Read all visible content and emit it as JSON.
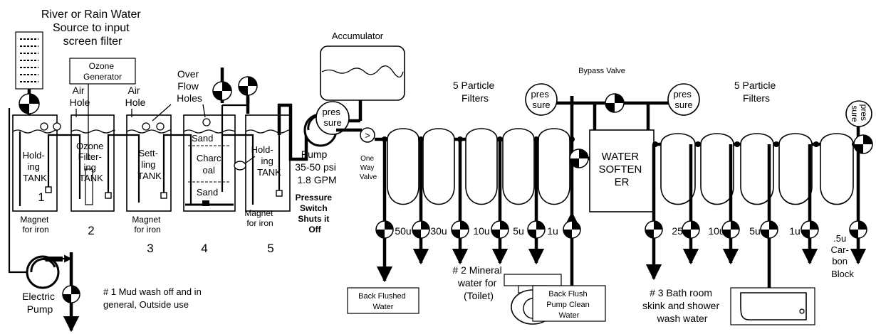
{
  "labels": {
    "source_l1": "River or Rain Water",
    "source_l2": "Source to input",
    "source_l3": "screen filter",
    "ozone_l1": "Ozone",
    "ozone_l2": "Generator",
    "air_hole_1_l1": "Air",
    "air_hole_1_l2": "Hole",
    "air_hole_2_l1": "Air",
    "air_hole_2_l2": "Hole",
    "overflow_l1": "Over",
    "overflow_l2": "Flow",
    "overflow_l3": "Holes",
    "accumulator": "Accumulator",
    "pressure_l1": "pres",
    "pressure_l2": "sure",
    "bypass_valve": "Bypass Valve",
    "particle_filters_l1": "5 Particle",
    "particle_filters_l2": "Filters",
    "one_way_l1": "One",
    "one_way_l2": "Way",
    "one_way_l3": "Valve",
    "pump_l1": "Pump",
    "pump_l2": "35-50 psi",
    "pump_l3": "1.8 GPM",
    "switch_l1": "Pressure",
    "switch_l2": "Switch",
    "switch_l3": "Shuts it",
    "switch_l4": "Off",
    "softener_l1": "WATER",
    "softener_l2": "SOFTEN",
    "softener_l3": "ER",
    "electric_pump_l1": "Electric",
    "electric_pump_l2": "Pump",
    "out1_l1": "# 1 Mud wash off and in",
    "out1_l2": "general, Outside use",
    "out2_l1": "# 2 Mineral",
    "out2_l2": "water for",
    "out2_l3": "(Toilet)",
    "backflushed_l1": "Back Flushed",
    "backflushed_l2": "Water",
    "backflush_pump_l1": "Back Flush",
    "backflush_pump_l2": "Pump Clean",
    "backflush_pump_l3": "Water",
    "out3_l1": "# 3 Bath room",
    "out3_l2": "skink and shower",
    "out3_l3": "wash water",
    "carbon_l1": ".5u",
    "carbon_l2": "Car-",
    "carbon_l3": "bon",
    "carbon_l4": "Block",
    "magnet_l1": "Magnet",
    "magnet_l2": "for iron"
  },
  "tanks": {
    "t1": {
      "number": "1",
      "label_l1": "Hold-",
      "label_l2": "ing",
      "label_l3": "TANK"
    },
    "t2": {
      "number": "2",
      "label_l1": "Ozone",
      "label_l2": "Filter-",
      "label_l3": "ing",
      "label_l4": "TANK"
    },
    "t3": {
      "number": "3",
      "label_l1": "Sett-",
      "label_l2": "ling",
      "label_l3": "TANK"
    },
    "t4": {
      "number": "4",
      "label_l1": "Sand",
      "label_l2": "Charc",
      "label_l3": "oal",
      "label_l4": "Sand"
    },
    "t5": {
      "number": "5",
      "label_l1": "Hold-",
      "label_l2": "ing",
      "label_l3": "TANK"
    }
  },
  "filter_sizes_1": [
    "50u",
    "30u",
    "10u",
    "5u",
    "1u"
  ],
  "filter_sizes_2": [
    "25u",
    "10u",
    "5u",
    "1u"
  ]
}
